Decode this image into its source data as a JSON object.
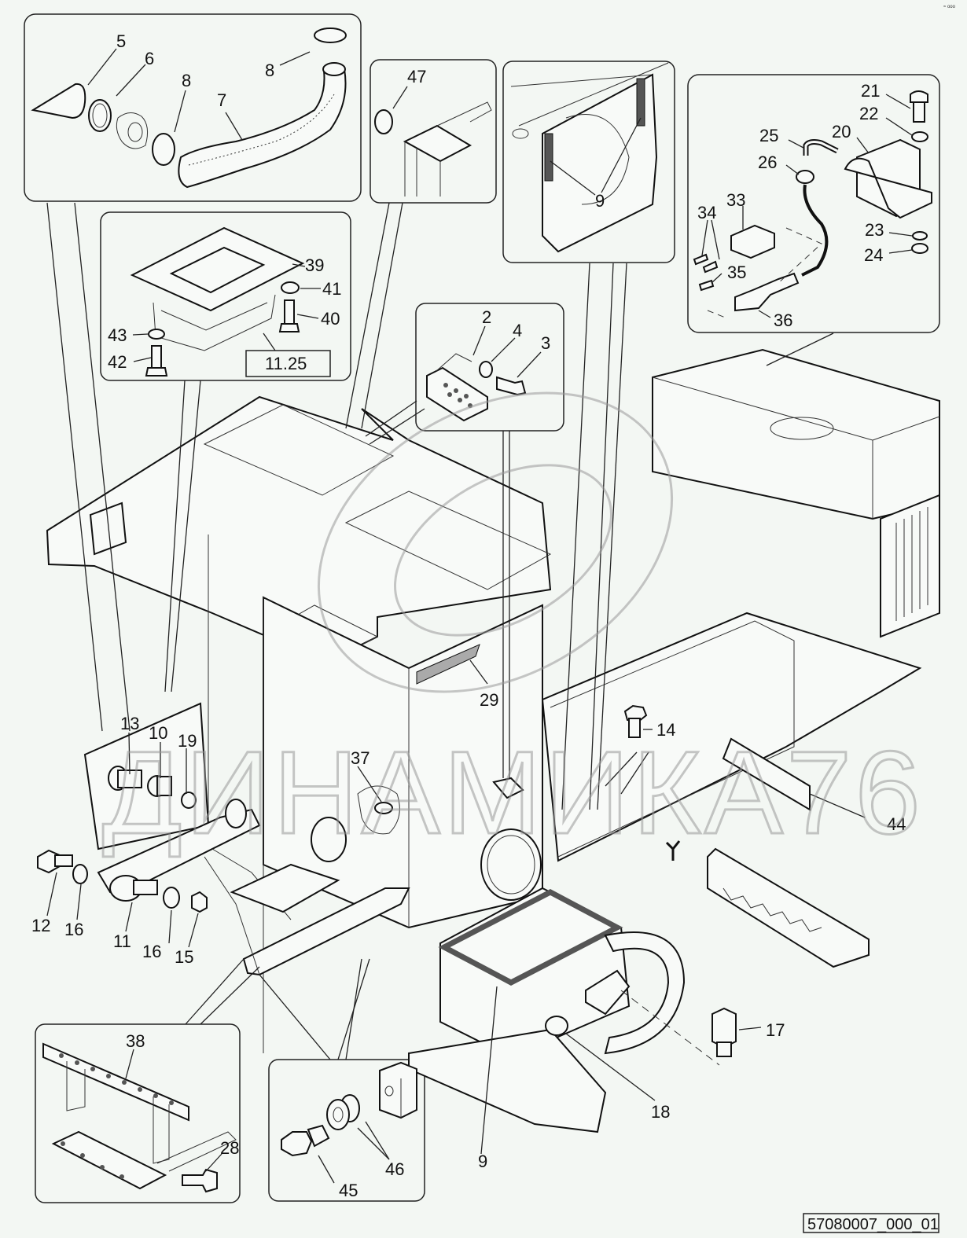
{
  "drawing": {
    "reference_number": "57080007_000_01",
    "watermark_text": "ДИНАМИКА76",
    "corner_mark": "≈ ooo"
  },
  "detail_boxes": {
    "hose_kit": {
      "labels": [
        "5",
        "6",
        "8",
        "7",
        "8"
      ]
    },
    "grommet": {
      "labels": [
        "47"
      ]
    },
    "seals": {
      "labels": [
        "9"
      ]
    },
    "electric_unit": {
      "labels": [
        "21",
        "22",
        "25",
        "20",
        "26",
        "33",
        "34",
        "35",
        "23",
        "24",
        "36"
      ]
    },
    "plate_assembly": {
      "labels": [
        "39",
        "41",
        "40",
        "43",
        "42"
      ],
      "ref_box": "11.25"
    },
    "bracket": {
      "labels": [
        "2",
        "4",
        "3"
      ]
    },
    "bolt_14": {
      "labels": [
        "14"
      ]
    },
    "terminal_strip": {
      "labels": [
        "38",
        "28"
      ]
    },
    "mount": {
      "labels": [
        "45",
        "46"
      ]
    }
  },
  "main_labels": {
    "l29": "29",
    "l13": "13",
    "l10": "10",
    "l19": "19",
    "l37": "37",
    "l44": "44",
    "l12": "12",
    "l16a": "16",
    "l11": "11",
    "l16b": "16",
    "l15": "15",
    "l17": "17",
    "l18": "18",
    "l9": "9"
  },
  "colors": {
    "background": "#f3f7f3",
    "ink": "#111111",
    "watermark": "#999999"
  }
}
